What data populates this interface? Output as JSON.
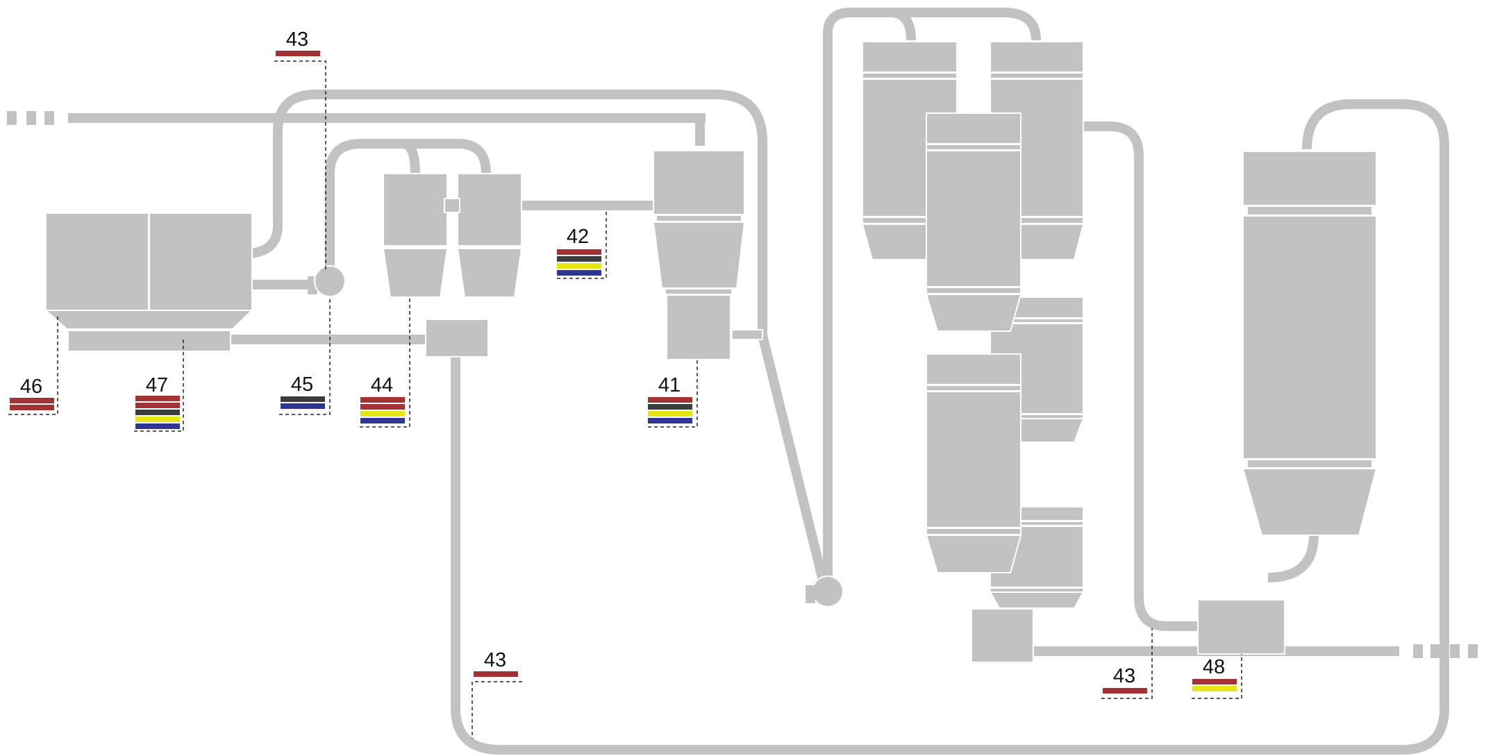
{
  "colors": {
    "equipment": "#c2c2c2",
    "leader": "#222222",
    "red": "#a33235",
    "dark": "#3c3c3c",
    "yellow": "#e6e616",
    "blue": "#2f3592"
  },
  "tags": [
    {
      "id": "t43a",
      "label": "43",
      "stripes": [
        "red"
      ]
    },
    {
      "id": "t46",
      "label": "46",
      "stripes": [
        "red",
        "red"
      ]
    },
    {
      "id": "t47",
      "label": "47",
      "stripes": [
        "red",
        "red",
        "dark",
        "yellow",
        "blue"
      ]
    },
    {
      "id": "t45",
      "label": "45",
      "stripes": [
        "dark",
        "blue"
      ]
    },
    {
      "id": "t44",
      "label": "44",
      "stripes": [
        "red",
        "red",
        "yellow",
        "blue"
      ]
    },
    {
      "id": "t42",
      "label": "42",
      "stripes": [
        "red",
        "dark",
        "yellow",
        "blue"
      ]
    },
    {
      "id": "t41",
      "label": "41",
      "stripes": [
        "red",
        "dark",
        "yellow",
        "blue"
      ]
    },
    {
      "id": "t43b",
      "label": "43",
      "stripes": [
        "red"
      ]
    },
    {
      "id": "t43c",
      "label": "43",
      "stripes": [
        "red"
      ]
    },
    {
      "id": "t48",
      "label": "48",
      "stripes": [
        "red",
        "yellow"
      ]
    }
  ]
}
